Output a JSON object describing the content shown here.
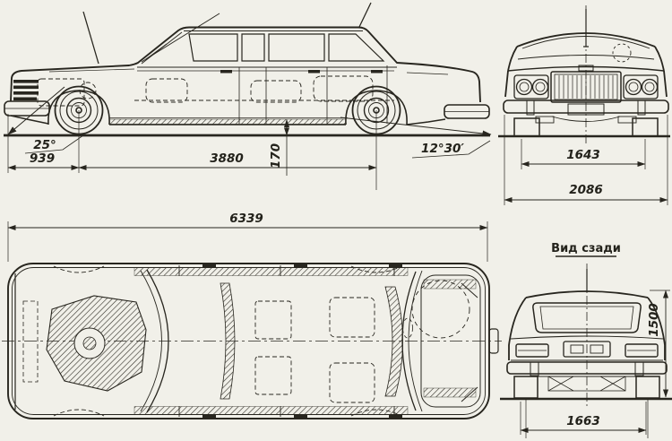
{
  "document_type": "vehicle blueprint, four-view technical drawing of a limousine",
  "colors": {
    "ink": "#28261f",
    "paper": "#f1f0e9"
  },
  "views": {
    "side": {
      "approach_angle": "25°",
      "front_overhang": "939",
      "wheelbase": "3880",
      "ground_clearance": "170",
      "departure_angle": "12°30′"
    },
    "plan": {
      "overall_length": "6339"
    },
    "front": {
      "track": "1643",
      "overall_width": "2086"
    },
    "rear": {
      "title": "Вид сзади",
      "overall_height": "1500",
      "track": "1663"
    }
  }
}
